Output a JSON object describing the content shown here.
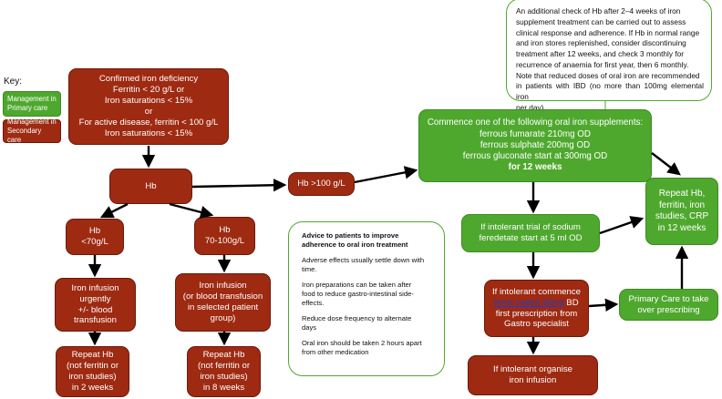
{
  "key": {
    "title": "Key:",
    "primary": [
      "Management in",
      "Primary care"
    ],
    "secondary": [
      "Management in",
      "Secondary care"
    ]
  },
  "top_note": [
    "An additional check of Hb after 2–4 weeks of iron",
    "supplement treatment can be carried out to assess",
    "clinical response and adherence. If Hb in normal range",
    "and iron stores replenished, consider discontinuing",
    "treatment after 12 weeks, and check 3 monthly for",
    "recurrence of anaemia for first year, then 6 monthly.",
    "Note that reduced doses of oral iron are recommended",
    "in patients with IBD (no more than 100mg elemental iron",
    "per day)."
  ],
  "confirmed": [
    "Confirmed iron deficiency",
    "Ferritin < 20 g/L or",
    "Iron saturations < 15%",
    "or",
    "For active disease, ferritin < 100 g/L",
    "Iron saturations < 15%"
  ],
  "hb": "Hb",
  "hb_over_100": "Hb >100 g/L",
  "commence": [
    "Commence one of the following oral iron supplements:",
    "ferrous fumarate 210mg OD",
    "ferrous sulphate 200mg OD",
    "ferrous gluconate start at 300mg OD"
  ],
  "commence_bold": "for 12 weeks",
  "hb_low": [
    "Hb",
    "<70g/L"
  ],
  "hb_mid": [
    "Hb",
    "70-100g/L"
  ],
  "infusion_urgent": [
    "Iron infusion",
    "urgently",
    "+/- blood",
    "transfusion"
  ],
  "infusion_mid": [
    "Iron infusion",
    "(or blood transfusion",
    "in selected patient",
    "group)"
  ],
  "repeat_2": [
    "Repeat Hb",
    "(not ferritin or",
    "iron studies)",
    "in 2 weeks"
  ],
  "repeat_8": [
    "Repeat Hb",
    "(not ferritin or",
    "iron studies)",
    "in 8 weeks"
  ],
  "advice": {
    "title": [
      "Advice to patients to improve",
      "adherence to oral iron  treatment"
    ],
    "items": [
      [
        "Adverse effects usually settle down with",
        "time."
      ],
      [
        "Iron preparations can be taken after",
        "food to reduce gastro-intestinal side-",
        "effects."
      ],
      [
        "Reduce dose frequency to alternate",
        "days"
      ],
      [
        "Oral iron should be taken 2 hours apart",
        "from other medication"
      ]
    ]
  },
  "feredetate": [
    "If intolerant trial of sodium",
    "feredetate start at 5 ml OD"
  ],
  "ferric": {
    "line1": "If intolerant commence",
    "link": "ferric maltol 30mg",
    "suffix": " BD",
    "line3": "first prescription from",
    "line4": "Gastro specialist"
  },
  "organise": [
    "If intolerant organise",
    "iron infusion"
  ],
  "primary_takeover": [
    "Primary Care to take",
    "over prescribing"
  ],
  "repeat_full": [
    "Repeat Hb,",
    "ferritin, iron",
    "studies, CRP",
    "in 12 weeks"
  ],
  "colors": {
    "primary_green": "#4fa82e",
    "secondary_red": "#9e2a12",
    "arrow": "#000000",
    "link": "#1a3fd0"
  }
}
